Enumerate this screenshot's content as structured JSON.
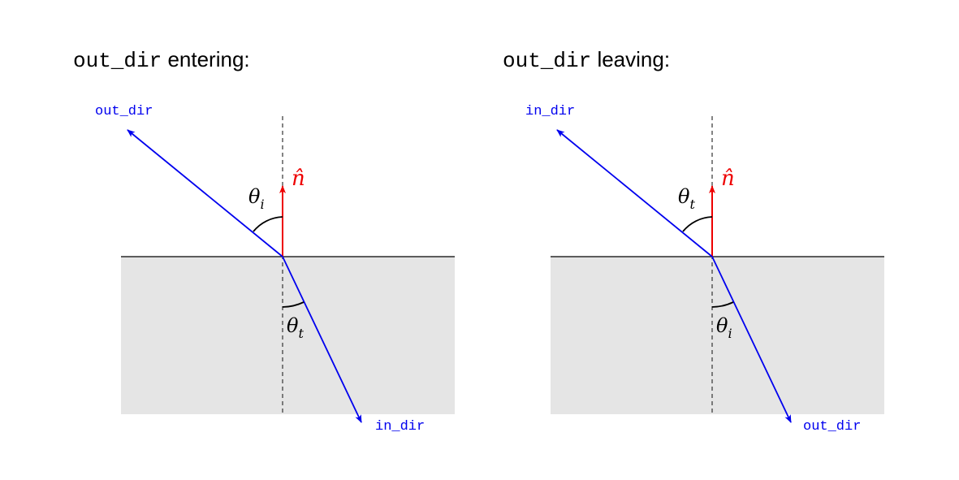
{
  "colors": {
    "ray": "#0000ee",
    "normal": "#ee0000",
    "medium_fill": "#e5e5e5",
    "line": "#000000",
    "dashed": "#333333"
  },
  "panels": [
    {
      "title_code": "out_dir",
      "title_text": " entering:",
      "upper_ray_label": "out_dir",
      "lower_ray_label": "in_dir",
      "normal_label": "n̂",
      "upper_angle": {
        "base": "θ",
        "sub": "i"
      },
      "lower_angle": {
        "base": "θ",
        "sub": "t"
      }
    },
    {
      "title_code": "out_dir",
      "title_text": " leaving:",
      "upper_ray_label": "in_dir",
      "lower_ray_label": "out_dir",
      "normal_label": "n̂",
      "upper_angle": {
        "base": "θ",
        "sub": "t"
      },
      "lower_angle": {
        "base": "θ",
        "sub": "i"
      }
    }
  ]
}
